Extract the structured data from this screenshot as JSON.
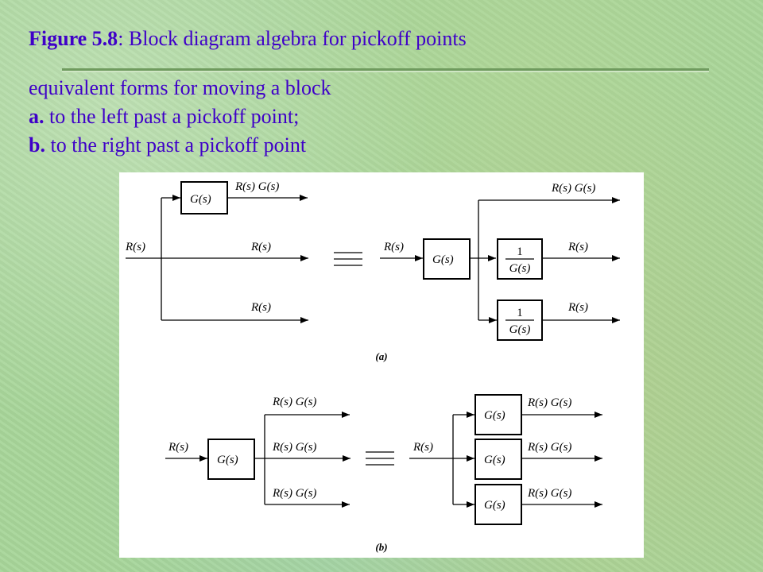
{
  "slide": {
    "figure_label": "Figure 5.8",
    "title_rest": ": Block diagram algebra for pickoff points",
    "subtitle_line1": "equivalent forms for moving a block",
    "item_a_marker": "a.",
    "item_a_text": " to the left past a pickoff point;",
    "item_b_marker": "b.",
    "item_b_text": " to the right past a pickoff point"
  },
  "diagram": {
    "gs": "G(s)",
    "rs": "R(s)",
    "rsgs": "R(s) G(s)",
    "one": "1",
    "caption_a": "(a)",
    "caption_b": "(b)"
  }
}
